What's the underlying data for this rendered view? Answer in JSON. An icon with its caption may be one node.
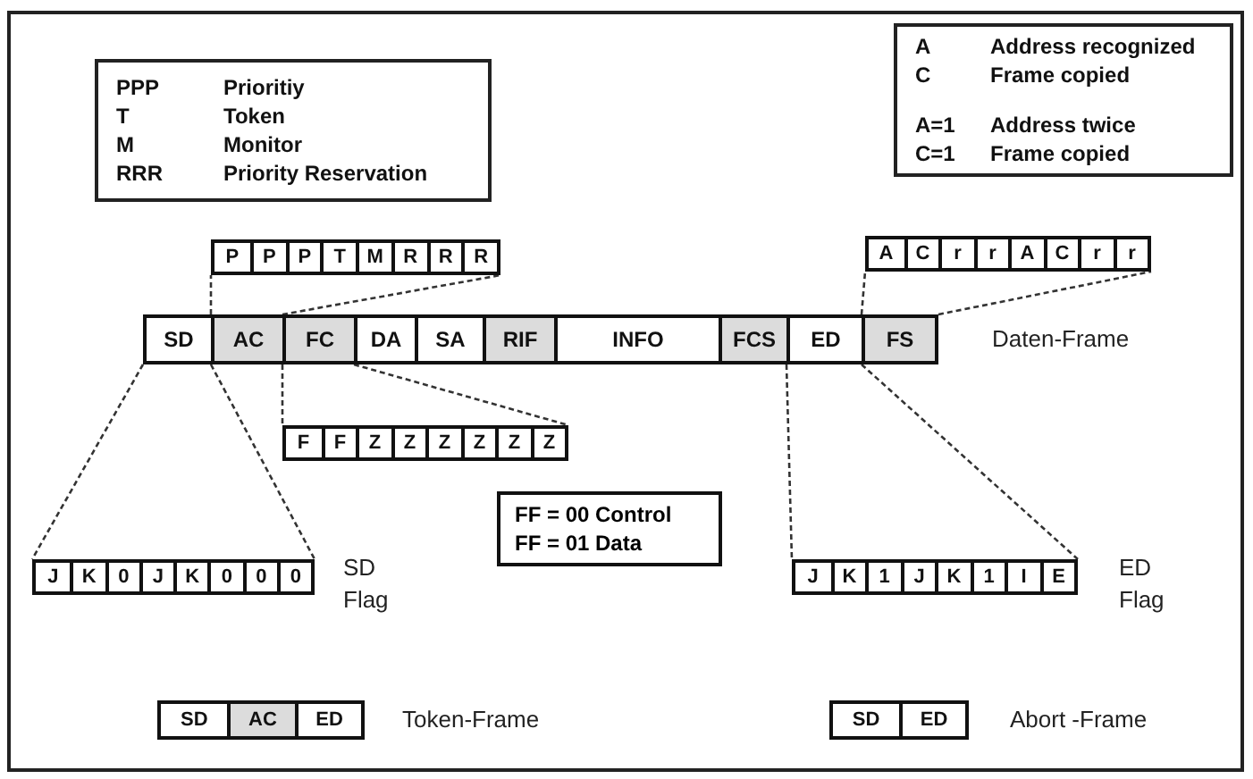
{
  "diagram": {
    "nodes": [
      {
        "text": [
          "PPP",
          "Prioritiy",
          "T",
          "Token",
          "M",
          "Monitor",
          "RRR",
          "Priority Reservation"
        ]
      },
      {
        "text": [
          "A",
          "Address recognized",
          "C",
          "Frame copied",
          "A=1",
          "Address twice",
          "C=1",
          "Frame copied"
        ]
      },
      {
        "text": [],
        "shape": "box"
      },
      {
        "text": [
          "P"
        ],
        "in": 2
      },
      {
        "text": [
          "P"
        ],
        "in": 2
      },
      {
        "text": [
          "P"
        ],
        "in": 2
      },
      {
        "text": [
          "T"
        ],
        "in": 2
      },
      {
        "text": [
          "M"
        ],
        "in": 2
      },
      {
        "text": [
          "R"
        ],
        "in": 2
      },
      {
        "text": [
          "R"
        ],
        "in": 2
      },
      {
        "text": [
          "R"
        ],
        "in": 2
      },
      {
        "text": [],
        "shape": "box"
      },
      {
        "text": [
          "A"
        ],
        "in": 11
      },
      {
        "text": [
          "C"
        ],
        "in": 11
      },
      {
        "text": [
          "r"
        ],
        "in": 11
      },
      {
        "text": [
          "r"
        ],
        "in": 11
      },
      {
        "text": [
          "A"
        ],
        "in": 11
      },
      {
        "text": [
          "C"
        ],
        "in": 11
      },
      {
        "text": [
          "r"
        ],
        "in": 11
      },
      {
        "text": [
          "r"
        ],
        "in": 11
      },
      {
        "text": [],
        "shape": "box",
        "beside": [
          "Daten-Frame"
        ]
      },
      {
        "text": [
          "SD"
        ],
        "in": 20
      },
      {
        "text": [
          "AC"
        ],
        "in": 20
      },
      {
        "text": [
          "FC"
        ],
        "in": 20
      },
      {
        "text": [
          "DA"
        ],
        "in": 20
      },
      {
        "text": [
          "SA"
        ],
        "in": 20
      },
      {
        "text": [
          "RIF"
        ],
        "in": 20
      },
      {
        "text": [
          "INFO"
        ],
        "in": 20
      },
      {
        "text": [
          "FCS"
        ],
        "in": 20
      },
      {
        "text": [
          "ED"
        ],
        "in": 20
      },
      {
        "text": [
          "FS"
        ],
        "in": 20
      },
      {
        "text": [],
        "shape": "box"
      },
      {
        "text": [
          "F"
        ],
        "in": 31
      },
      {
        "text": [
          "F"
        ],
        "in": 31
      },
      {
        "text": [
          "Z"
        ],
        "in": 31
      },
      {
        "text": [
          "Z"
        ],
        "in": 31
      },
      {
        "text": [
          "Z"
        ],
        "in": 31
      },
      {
        "text": [
          "Z"
        ],
        "in": 31
      },
      {
        "text": [
          "Z"
        ],
        "in": 31
      },
      {
        "text": [
          "Z"
        ],
        "in": 31
      },
      {
        "text": [
          "FF = 00 Control",
          "FF = 01 Data"
        ]
      },
      {
        "text": [],
        "shape": "box",
        "beside": [
          "SD Flag"
        ]
      },
      {
        "text": [
          "J"
        ],
        "in": 41
      },
      {
        "text": [
          "K"
        ],
        "in": 41
      },
      {
        "text": [
          "0"
        ],
        "in": 41
      },
      {
        "text": [
          "J"
        ],
        "in": 41
      },
      {
        "text": [
          "K"
        ],
        "in": 41
      },
      {
        "text": [
          "0"
        ],
        "in": 41
      },
      {
        "text": [
          "0"
        ],
        "in": 41
      },
      {
        "text": [
          "0"
        ],
        "in": 41
      },
      {
        "text": [],
        "shape": "box",
        "beside": [
          "ED Flag"
        ]
      },
      {
        "text": [
          "J"
        ],
        "in": 50
      },
      {
        "text": [
          "K"
        ],
        "in": 50
      },
      {
        "text": [
          "1"
        ],
        "in": 50
      },
      {
        "text": [
          "J"
        ],
        "in": 50
      },
      {
        "text": [
          "K"
        ],
        "in": 50
      },
      {
        "text": [
          "1"
        ],
        "in": 50
      },
      {
        "text": [
          "I"
        ],
        "in": 50
      },
      {
        "text": [
          "E"
        ],
        "in": 50
      },
      {
        "text": [],
        "shape": "box",
        "beside": [
          "Token-Frame"
        ]
      },
      {
        "text": [
          "SD"
        ],
        "in": 59
      },
      {
        "text": [
          "AC"
        ],
        "in": 59
      },
      {
        "text": [
          "ED"
        ],
        "in": 59
      },
      {
        "text": [],
        "shape": "box",
        "beside": [
          "Abort -Frame"
        ]
      },
      {
        "text": [
          "SD"
        ],
        "in": 63
      },
      {
        "text": [
          "ED"
        ],
        "in": 63
      }
    ],
    "edges": [
      {
        "from": 22,
        "to": 2,
        "arrow": "none",
        "style": "dashed"
      },
      {
        "from": 22,
        "to": 2,
        "arrow": "none",
        "style": "dashed"
      },
      {
        "from": 30,
        "to": 11,
        "arrow": "none",
        "style": "dashed"
      },
      {
        "from": 30,
        "to": 11,
        "arrow": "none",
        "style": "dashed"
      },
      {
        "from": 23,
        "to": 31,
        "arrow": "none",
        "style": "dashed"
      },
      {
        "from": 23,
        "to": 31,
        "arrow": "none",
        "style": "dashed"
      },
      {
        "from": 21,
        "to": 41,
        "arrow": "none",
        "style": "dashed"
      },
      {
        "from": 21,
        "to": 41,
        "arrow": "none",
        "style": "dashed"
      },
      {
        "from": 29,
        "to": 50,
        "arrow": "none",
        "style": "dashed"
      },
      {
        "from": 29,
        "to": 50,
        "arrow": "none",
        "style": "dashed"
      }
    ]
  }
}
